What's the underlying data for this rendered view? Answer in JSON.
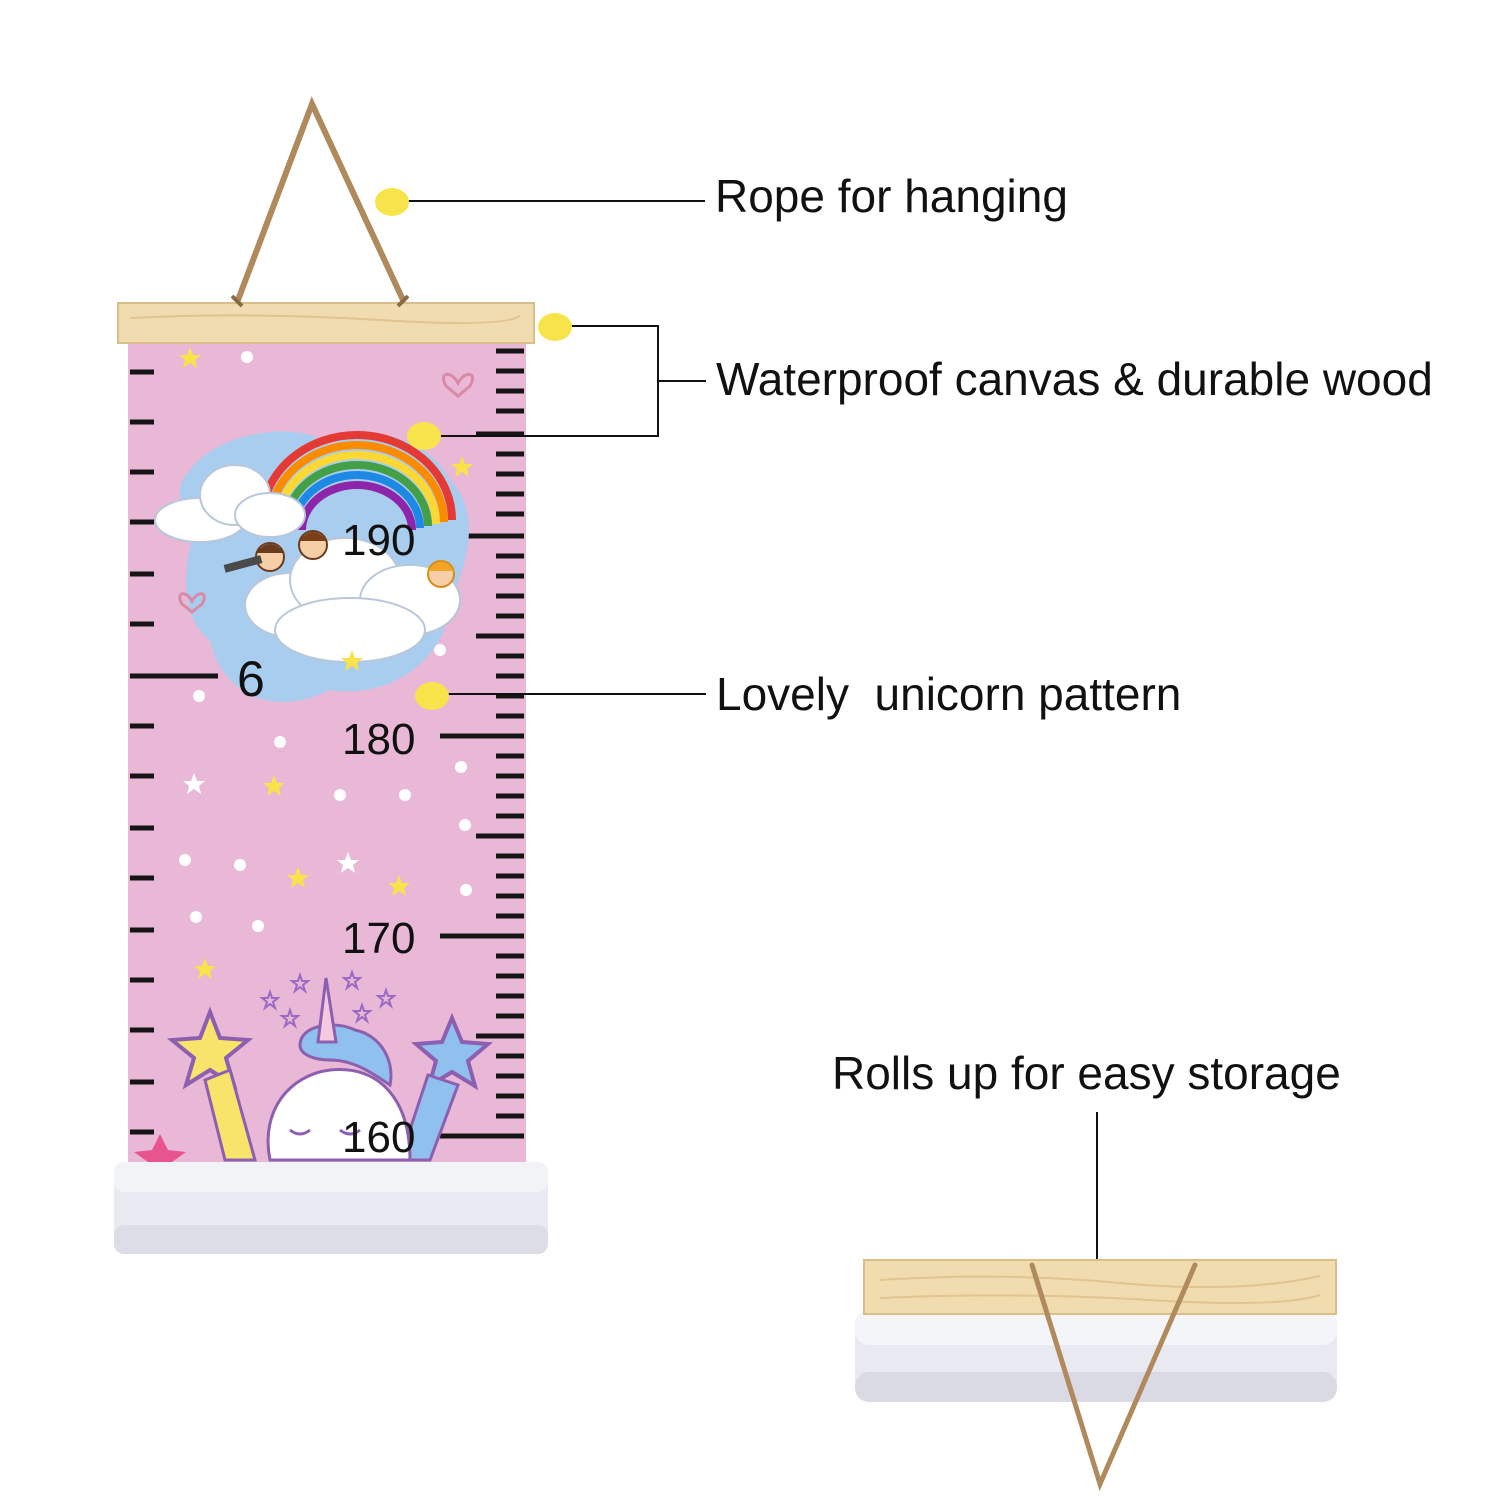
{
  "callouts": {
    "rope": "Rope for hanging",
    "canvas_wood": "Waterproof canvas & durable wood",
    "pattern": "Lovely  unicorn pattern",
    "storage": "Rolls up for easy storage"
  },
  "ruler": {
    "marks": [
      "190",
      "6",
      "180",
      "170",
      "160"
    ]
  },
  "colors": {
    "canvas_pink": "#e8b8d6",
    "wood": "#f1dcb0",
    "marker_dot": "#f7e44a",
    "roll": "#e9eaf1"
  }
}
